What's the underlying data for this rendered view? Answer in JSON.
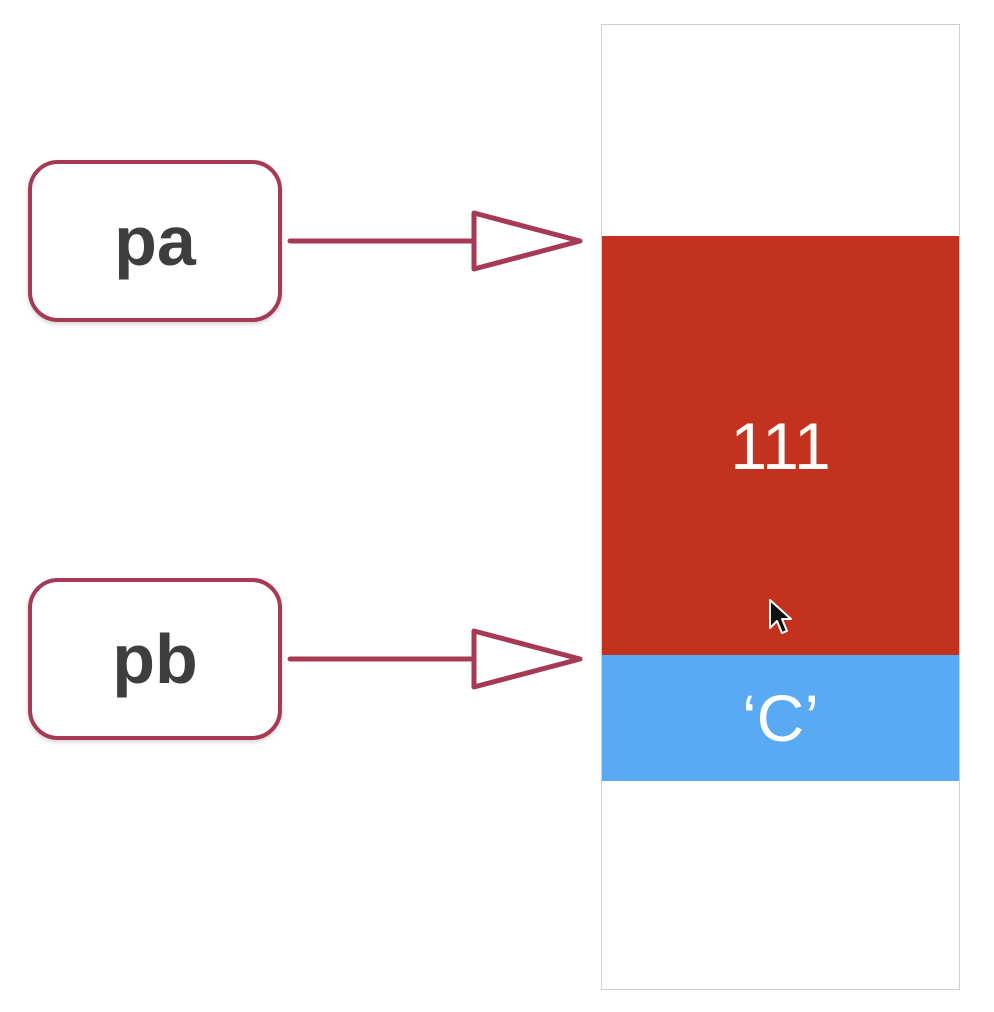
{
  "pointers": {
    "pa": "pa",
    "pb": "pb"
  },
  "memory": {
    "int_value": "111",
    "char_value": "‘C’"
  },
  "colors": {
    "pointer_border": "#a63a55",
    "pointer_text": "#3e3e3e",
    "int_cell": "#c2321f",
    "char_cell": "#59aaf2",
    "column_border": "#cfcfcf"
  }
}
